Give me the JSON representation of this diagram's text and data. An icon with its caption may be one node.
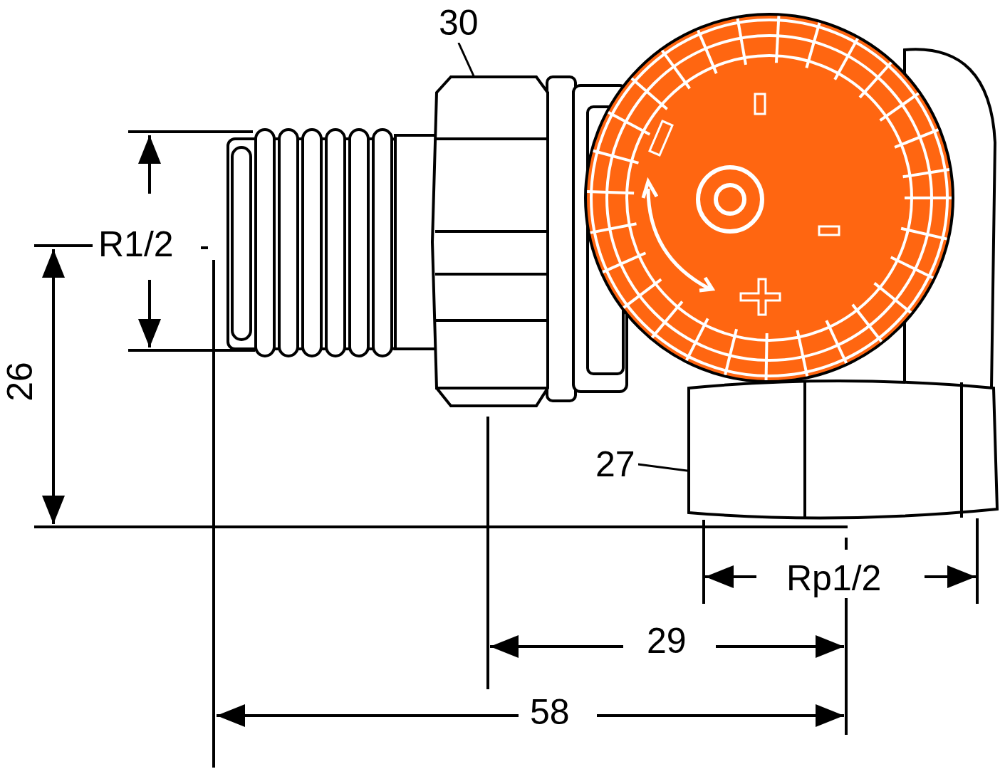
{
  "diagram": {
    "nodes": [
      {
        "text": [
          "30"
        ]
      },
      {
        "text": [],
        "shape": "picture"
      },
      {
        "text": [
          "27"
        ]
      },
      {
        "text": [],
        "shape": "picture"
      }
    ],
    "edges": [
      {
        "from": 0,
        "to": 1,
        "arrow": "none"
      },
      {
        "from": 2,
        "to": 3,
        "arrow": "none"
      }
    ],
    "labels": [
      "R1/2",
      "26",
      "Rp1/2",
      "29",
      "58"
    ]
  }
}
